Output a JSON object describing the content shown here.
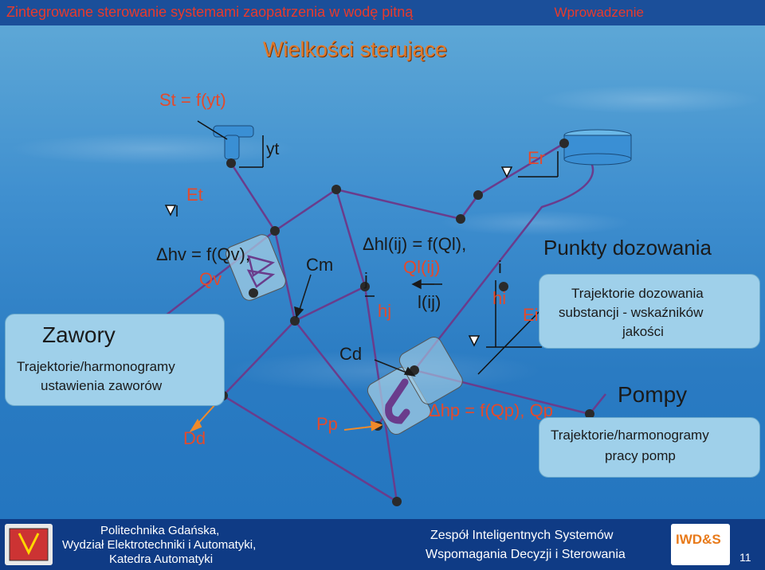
{
  "header": {
    "left_title": "Zintegrowane sterowanie systemami zaopatrzenia w wodę pitną",
    "right_title": "Wprowadzenie"
  },
  "slide_title": "Wielkości sterujące",
  "labels": {
    "st": "St = f(yt)",
    "yt": "yt",
    "et": "Et",
    "er": "Er",
    "dhv": "Δhv = f(Qv),",
    "qv": "Qv",
    "cm": "Cm",
    "dh_ij": "Δhl(ij) = f(Ql),",
    "q_ij": "Ql(ij)",
    "j": "j",
    "i": "i",
    "hj": "hj",
    "l_ij": "l(ij)",
    "hi": "hi",
    "ei": "Ei",
    "cd": "Cd",
    "pp": "Pp",
    "dd": "Dd",
    "dhp": "Δhp = f(Qp), Qp"
  },
  "zawory": {
    "title": "Zawory",
    "line1": "Trajektorie/harmonogramy",
    "line2": "ustawienia zaworów"
  },
  "punkty": {
    "title": "Punkty dozowania",
    "line1": "Trajektorie dozowania",
    "line2": "substancji -  wskaźników",
    "line3": "jakości"
  },
  "pompy": {
    "title": "Pompy",
    "line1": "Trajektorie/harmonogramy",
    "line2": "pracy pomp"
  },
  "footer": {
    "uni1": "Politechnika Gdańska,",
    "uni2": "Wydział Elektrotechniki i Automatyki,",
    "uni3": "Katedra Automatyki",
    "team1": "Zespół Inteligentnych Systemów",
    "team2": "Wspomagania Decyzji i Sterowania",
    "logo": "IWD&S",
    "page": "11"
  },
  "colors": {
    "accent": "#e34a2c",
    "pipe": "#6a3c8c",
    "arrow": "#f08a2a",
    "box": "#9fd0ea"
  }
}
